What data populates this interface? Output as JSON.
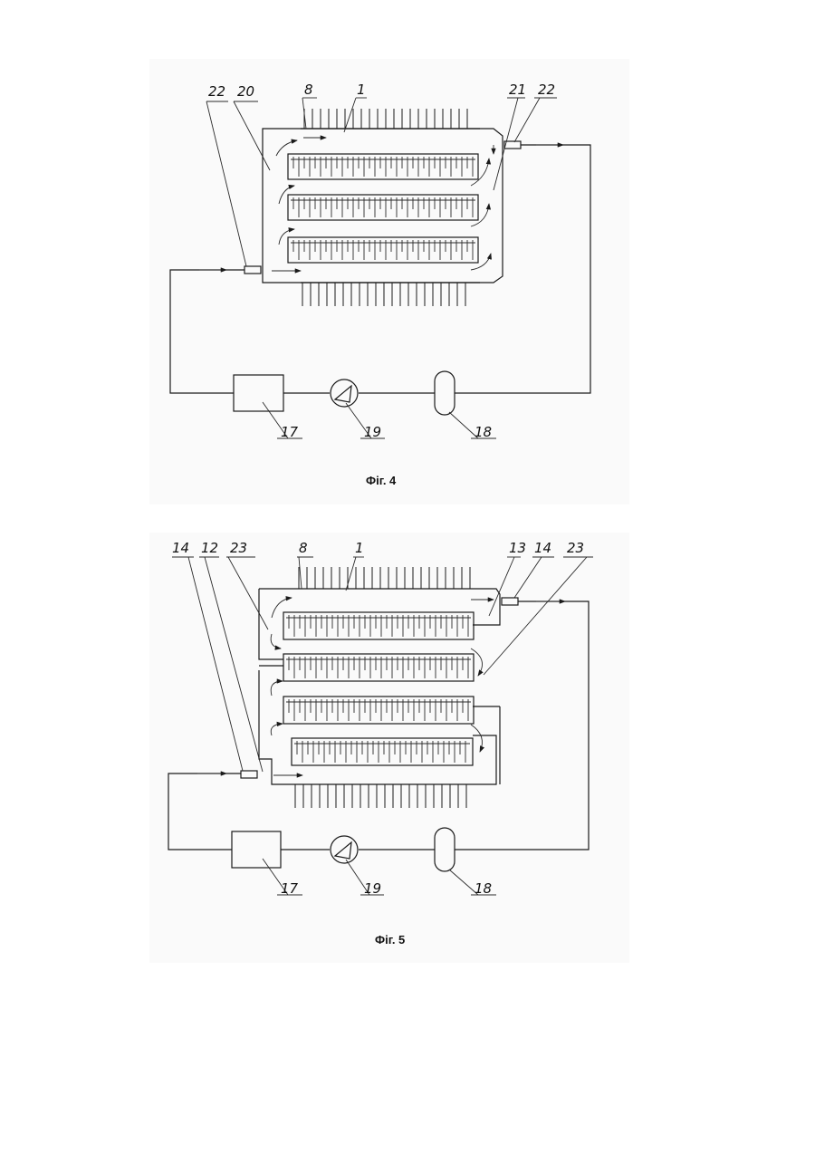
{
  "figure4": {
    "caption": "Фіг. 4",
    "labels": {
      "l22a": "22",
      "l20": "20",
      "l8": "8",
      "l1": "1",
      "l21": "21",
      "l22b": "22",
      "l17": "17",
      "l19": "19",
      "l18": "18"
    }
  },
  "figure5": {
    "caption": "Фіг. 5",
    "labels": {
      "l14a": "14",
      "l12": "12",
      "l23a": "23",
      "l8": "8",
      "l1": "1",
      "l13": "13",
      "l14b": "14",
      "l23b": "23",
      "l17": "17",
      "l19": "19",
      "l18": "18"
    }
  }
}
